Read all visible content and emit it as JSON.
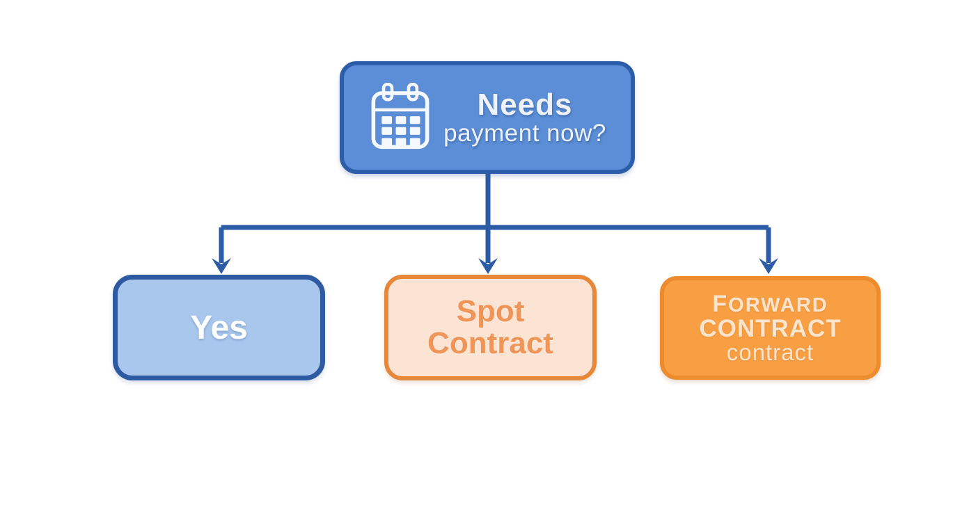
{
  "diagram": {
    "type": "flowchart",
    "background_color": "#ffffff",
    "connector_color": "#2d5ca7",
    "root_node": {
      "icon": "calendar-icon",
      "line1": "Needs",
      "line2": "payment now?",
      "fill": "#5b8ed6",
      "border_color": "#2c5da8",
      "text_color": "#eef1f7"
    },
    "child_nodes": [
      {
        "id": "yes",
        "label": "Yes",
        "fill": "#a9c7ec",
        "border_color": "#2d5aa0",
        "text_color": "#fdfeff"
      },
      {
        "id": "spot-contract",
        "line1": "Spot",
        "line2": "Contract",
        "fill": "#fce4d4",
        "border_color": "#e7873a",
        "text_color": "#ee9557"
      },
      {
        "id": "forward-contract",
        "line1": "FORWARD",
        "line2": "CONTRACT",
        "line3": "contract",
        "fill": "#f89f44",
        "border_color": "#ee8b2d",
        "text_color": "#fce4cd"
      }
    ]
  }
}
